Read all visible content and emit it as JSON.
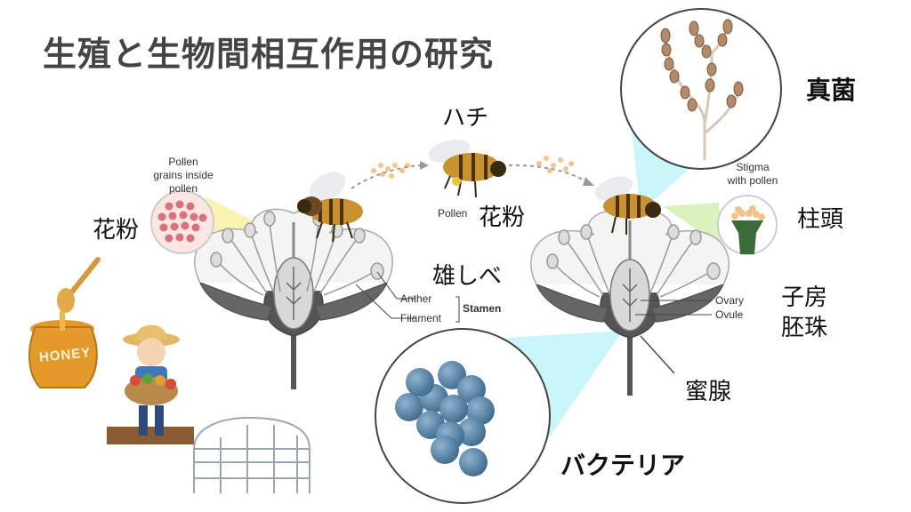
{
  "title": "生殖と生物間相互作用の研究",
  "labels": {
    "pollen_jp_left": "花粉",
    "bee_jp": "ハチ",
    "pollen_jp_mid": "花粉",
    "stamen_jp": "雄しべ",
    "fungus_jp": "真菌",
    "stigma_jp": "柱頭",
    "ovary_jp": "子房",
    "ovule_jp": "胚珠",
    "nectary_jp": "蜜腺",
    "bacteria_jp": "バクテリア"
  },
  "annotations": {
    "pollen_inside_l1": "Pollen",
    "pollen_inside_l2": "grains inside",
    "pollen_inside_l3": "pollen",
    "pollen_en": "Pollen",
    "anther": "Anther",
    "filament": "Filament",
    "stamen": "Stamen",
    "stigma_l1": "Stigma",
    "stigma_l2": "with pollen",
    "ovary": "Ovary",
    "ovule": "Ovule"
  },
  "honey_pot_text": "HONEY",
  "colors": {
    "title": "#444444",
    "flower_outline": "#888888",
    "flower_stem": "#555555",
    "bee_body": "#c8922e",
    "pollen": "#f3c58a",
    "pollen_grain": "#d9707a",
    "bacteria": "#4f7da0",
    "fungus": "#b38a6a",
    "callout_cyan": "#bff5f8",
    "callout_green": "#d6f0b0",
    "callout_yellow": "#fbf2a8",
    "honey": "#e39a2b"
  }
}
